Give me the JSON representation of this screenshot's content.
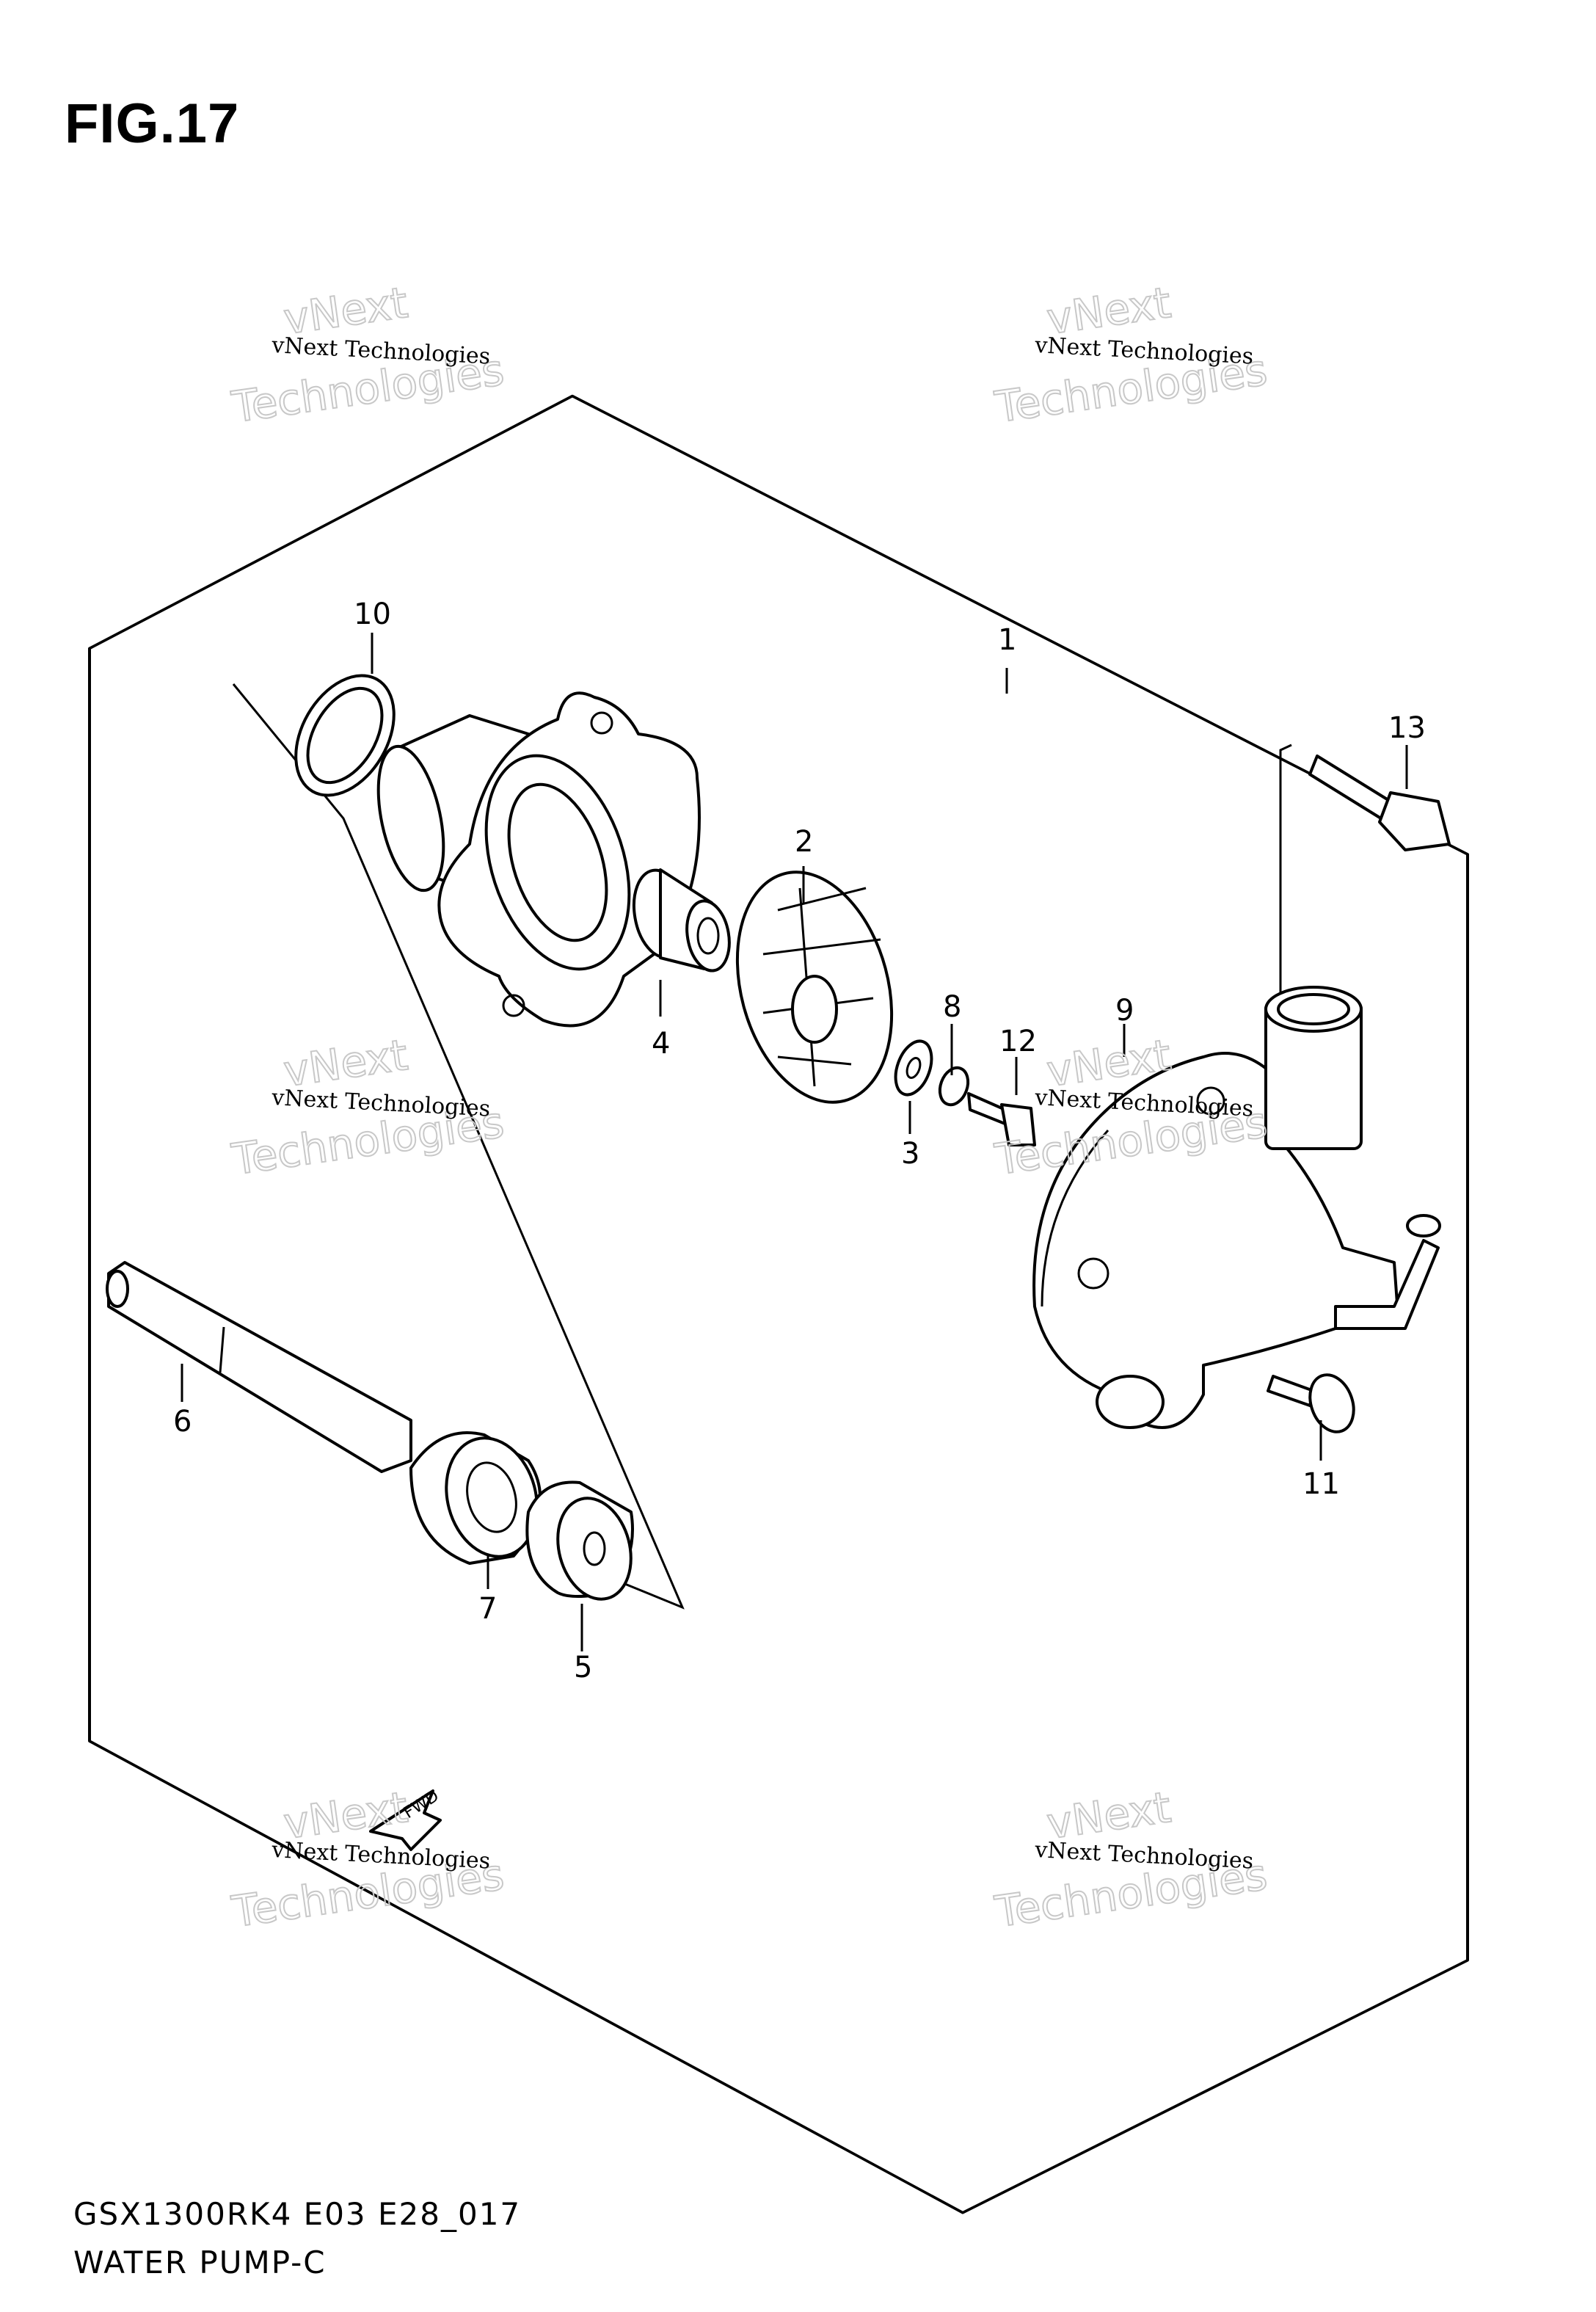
{
  "figure": {
    "title": "FIG.17",
    "code": "GSX1300RK4 E03 E28_017",
    "name": "WATER PUMP-C"
  },
  "callouts": [
    "1",
    "2",
    "3",
    "4",
    "5",
    "6",
    "7",
    "8",
    "9",
    "10",
    "11",
    "12",
    "13"
  ],
  "watermark": {
    "small": "vNext Technologies",
    "big_top": "vNext",
    "big_bottom": "Technologies"
  },
  "fwd_label": "FWD"
}
